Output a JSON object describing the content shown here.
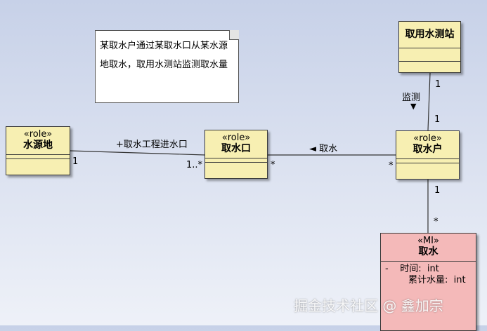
{
  "note": {
    "text": "某取水户通过某取水口从某水源地取水，取用水测站监测取水量"
  },
  "classes": {
    "shuiyuandi": {
      "stereotype": "«role»",
      "name": "水源地"
    },
    "qushuikou": {
      "stereotype": "«role»",
      "name": "取水口"
    },
    "qushuihu": {
      "stereotype": "«role»",
      "name": "取水户"
    },
    "cezhan": {
      "name": "取用水测站"
    },
    "qushui": {
      "stereotype": "«MI»",
      "name": "取水",
      "attributes": [
        {
          "visibility": "-",
          "text": "时间:  int"
        },
        {
          "visibility": "",
          "text": "累计水量:  int"
        }
      ]
    }
  },
  "associations": {
    "source_intake": {
      "label": "+取水工程进水口",
      "mult_source": "1",
      "mult_target": "1..*"
    },
    "intake_user": {
      "label": "◄ 取水",
      "mult_intake": "*",
      "mult_user": "*"
    },
    "station_user": {
      "label": "监测",
      "arrow": "▼",
      "mult_station": "1",
      "mult_user": "1"
    },
    "user_qushui": {
      "mult_user": "1",
      "mult_qushui": "*"
    }
  },
  "watermark": "掘金技术社区 @ 鑫加宗"
}
